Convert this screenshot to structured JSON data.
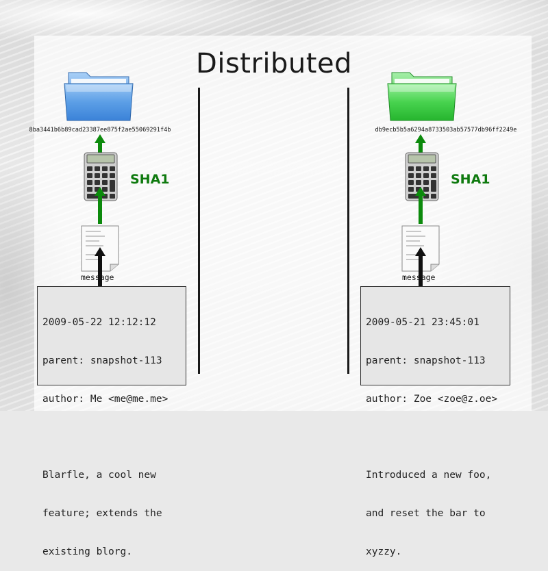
{
  "title": "Distributed",
  "algorithm_label": "SHA1",
  "left": {
    "hash": "8ba3441b6b89cad23387ee875f2ae55069291f4b",
    "folder_color": "#5b9be0",
    "message_label": "message",
    "commit": {
      "date": "2009-05-22 12:12:12",
      "parent": "parent: snapshot-113",
      "author": "author: Me <me@me.me>",
      "body": [
        "Blarfle, a cool new",
        "feature; extends the",
        "existing blorg."
      ]
    }
  },
  "right": {
    "hash": "db9ecb5b5a6294a8733503ab57577db96ff2249e",
    "folder_color": "#3fcc45",
    "message_label": "message",
    "commit": {
      "date": "2009-05-21 23:45:01",
      "parent": "parent: snapshot-113",
      "author": "author: Zoe <zoe@z.oe>",
      "body": [
        "Introduced a new foo,",
        "and reset the bar to",
        "xyzzy."
      ]
    }
  },
  "colors": {
    "arrow_green": "#0c8a0c",
    "sha_green": "#0f7a0f",
    "arrow_black": "#111111"
  },
  "icons": [
    "folder-icon",
    "calculator-icon",
    "document-icon"
  ]
}
